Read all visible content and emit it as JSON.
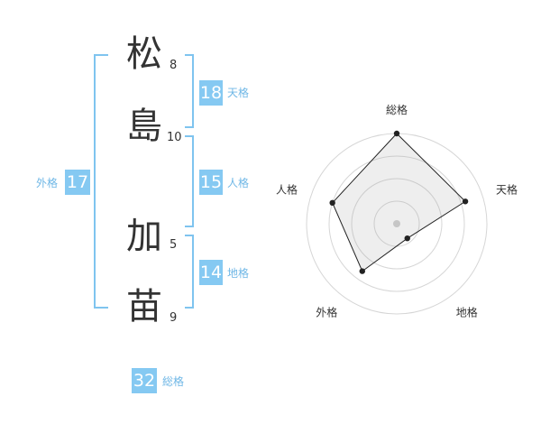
{
  "name": {
    "chars": [
      {
        "char": "松",
        "strokes": "8"
      },
      {
        "char": "島",
        "strokes": "10"
      },
      {
        "char": "加",
        "strokes": "5"
      },
      {
        "char": "苗",
        "strokes": "9"
      }
    ]
  },
  "fortunes": {
    "tenkaku": {
      "value": "18",
      "label": "天格"
    },
    "jinkaku": {
      "value": "15",
      "label": "人格"
    },
    "chikaku": {
      "value": "14",
      "label": "地格"
    },
    "gaikaku": {
      "value": "17",
      "label": "外格"
    },
    "soukaku": {
      "value": "32",
      "label": "総格"
    }
  },
  "colors": {
    "accent": "#85c9f2",
    "bracket": "#7fc4ef",
    "label": "#6fb7e6"
  },
  "chart_data": {
    "type": "radar",
    "axes": [
      "総格",
      "天格",
      "地格",
      "外格",
      "人格"
    ],
    "values": [
      1.0,
      0.8,
      0.2,
      0.65,
      0.75
    ],
    "range": [
      0,
      1
    ],
    "rings": 4,
    "grid": true
  }
}
